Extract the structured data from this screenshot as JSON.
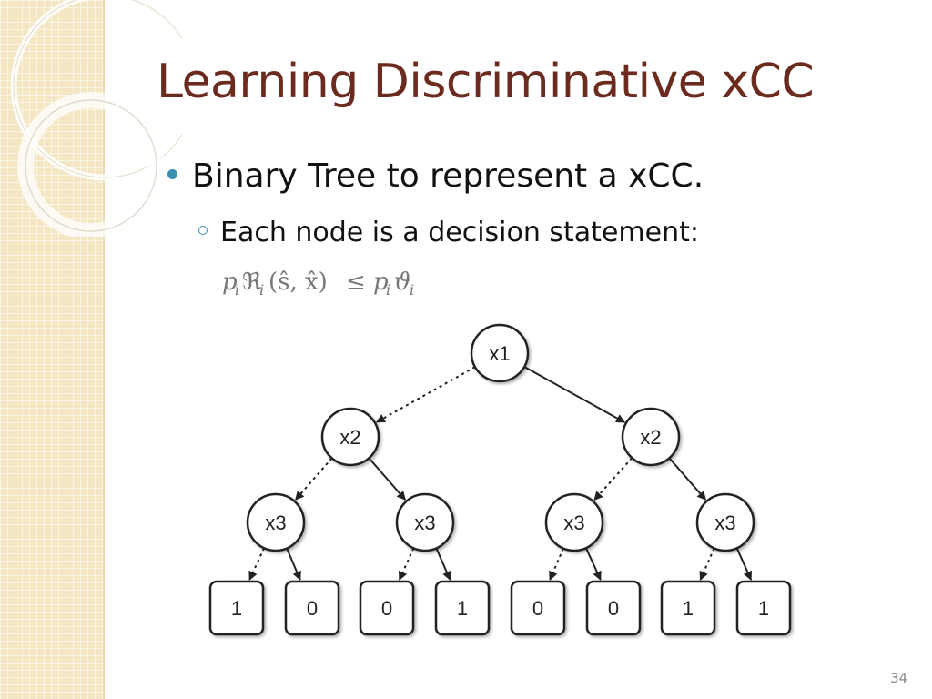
{
  "slide": {
    "title": "Learning Discriminative xCC",
    "page_number": "34"
  },
  "bullets": [
    {
      "level": 1,
      "text": "Binary Tree to represent a xCC."
    },
    {
      "level": 2,
      "text": "Each node is a decision statement:"
    }
  ],
  "formula": {
    "p": "p",
    "sub_i": "i",
    "frak": "ℜ",
    "args": "(ŝ, x̂)",
    "leq": "≤",
    "theta": "ϑ"
  },
  "tree": {
    "root": "x1",
    "level2": [
      "x2",
      "x2"
    ],
    "level3": [
      "x3",
      "x3",
      "x3",
      "x3"
    ],
    "leaves": [
      "1",
      "0",
      "0",
      "1",
      "0",
      "0",
      "1",
      "1"
    ]
  },
  "colors": {
    "title": "#6b2c1f",
    "bullet": "#3c8fb0",
    "sidebar": "#f4e6c3"
  }
}
